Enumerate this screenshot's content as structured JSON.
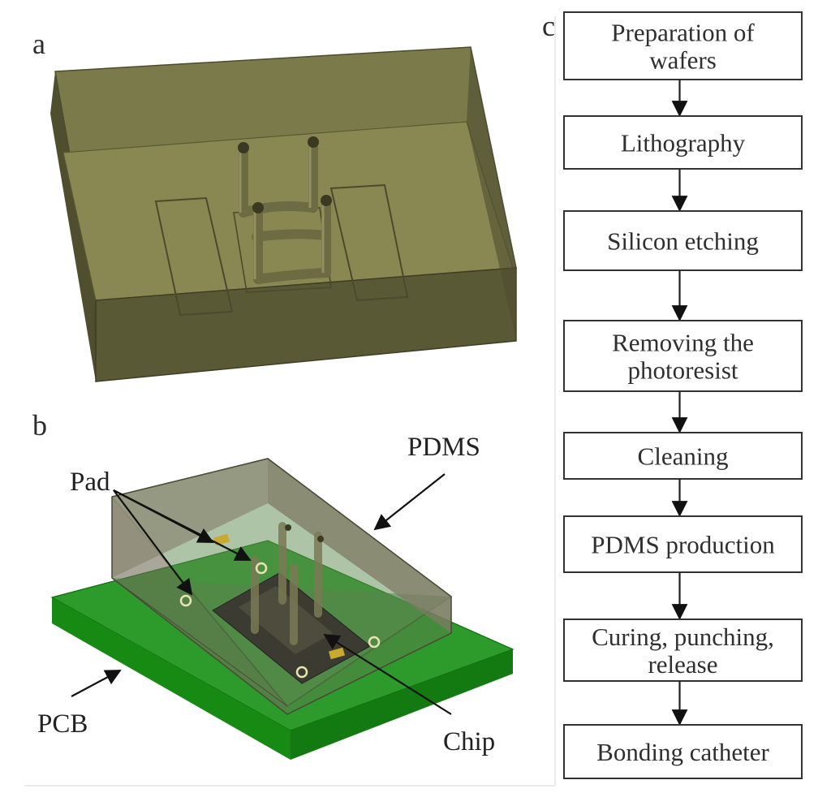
{
  "panels": {
    "a": {
      "letter": "a"
    },
    "b": {
      "letter": "b",
      "labels": {
        "pdms": "PDMS",
        "pad": "Pad",
        "pcb": "PCB",
        "chip": "Chip"
      }
    },
    "c": {
      "letter": "c",
      "steps": [
        {
          "lines": [
            "Preparation of",
            "wafers"
          ]
        },
        {
          "lines": [
            "Lithography"
          ]
        },
        {
          "lines": [
            "Silicon etching"
          ]
        },
        {
          "lines": [
            "Removing the",
            "photoresist"
          ]
        },
        {
          "lines": [
            "Cleaning"
          ]
        },
        {
          "lines": [
            "PDMS production"
          ]
        },
        {
          "lines": [
            "Curing, punching,",
            "release"
          ]
        },
        {
          "lines": [
            "Bonding catheter"
          ]
        }
      ]
    }
  },
  "colors": {
    "mold_front": "#595936",
    "mold_side": "#4b4b2d",
    "mold_top": "#7b7a4b",
    "mold_floor": "#8a8852",
    "pcb_top": "#2d9b2b",
    "pcb_side": "#158412",
    "pdms_shell": "#7c7b67",
    "chip": "#3c3b32",
    "pad": "#c9a92f"
  }
}
